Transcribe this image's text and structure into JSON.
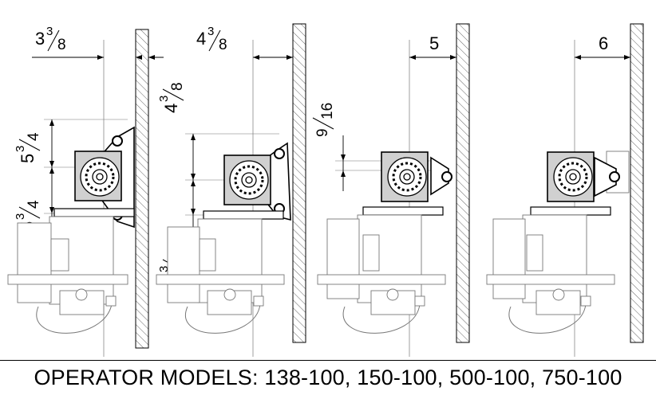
{
  "caption": "OPERATOR MODELS: 138-100,  150-100,  500-100,  750-100",
  "diagrams": [
    {
      "id": "fig1",
      "wall_offset": {
        "whole": "3",
        "num": "3",
        "den": "8"
      },
      "height_upper": {
        "whole": "5",
        "num": "3",
        "den": "4"
      },
      "height_lower": {
        "whole": "5",
        "num": "3",
        "den": "4"
      }
    },
    {
      "id": "fig2",
      "wall_offset": {
        "whole": "4",
        "num": "3",
        "den": "8"
      },
      "height_upper": {
        "whole": "4",
        "num": "3",
        "den": "8"
      },
      "height_lower": {
        "whole": "4",
        "num": "3",
        "den": "8"
      }
    },
    {
      "id": "fig3",
      "wall_offset": {
        "whole": "5"
      },
      "height_upper": {
        "num": "9",
        "den": "16"
      }
    },
    {
      "id": "fig4",
      "wall_offset": {
        "whole": "6"
      }
    }
  ]
}
